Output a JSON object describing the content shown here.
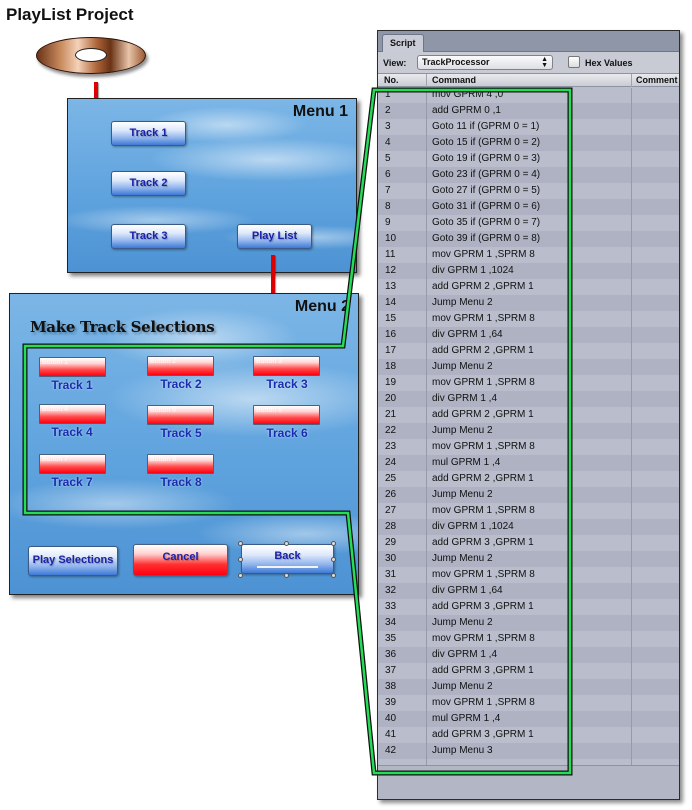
{
  "title": "PlayList Project",
  "menu1": {
    "label": "Menu 1",
    "buttons": [
      "Track 1",
      "Track 2",
      "Track 3",
      "Play List"
    ]
  },
  "menu2": {
    "label": "Menu 2",
    "heading": "Make Track Selections",
    "track_buttons": [
      {
        "button": "Button 1",
        "label": "Track 1"
      },
      {
        "button": "Button 2",
        "label": "Track 2"
      },
      {
        "button": "Button 3",
        "label": "Track 3"
      },
      {
        "button": "Button 4",
        "label": "Track 4"
      },
      {
        "button": "Button 5",
        "label": "Track 5"
      },
      {
        "button": "Button 6",
        "label": "Track 6"
      },
      {
        "button": "Button 7",
        "label": "Track 7"
      },
      {
        "button": "Button 8",
        "label": "Track 8"
      }
    ],
    "actions": [
      "Play Selections",
      "Cancel",
      "Back"
    ]
  },
  "script": {
    "tab": "Script",
    "view_label": "View:",
    "view_value": "TrackProcessor",
    "hex_label": "Hex Values",
    "hex_checked": false,
    "columns": [
      "No.",
      "Command",
      "Comment"
    ],
    "rows": [
      {
        "no": "1",
        "cmd": "mov GPRM 4 ,0"
      },
      {
        "no": "2",
        "cmd": "add GPRM 0 ,1"
      },
      {
        "no": "3",
        "cmd": "Goto 11 if (GPRM 0 = 1)"
      },
      {
        "no": "4",
        "cmd": "Goto 15 if (GPRM 0 = 2)"
      },
      {
        "no": "5",
        "cmd": "Goto 19 if (GPRM 0 = 3)"
      },
      {
        "no": "6",
        "cmd": "Goto 23 if (GPRM 0 = 4)"
      },
      {
        "no": "7",
        "cmd": "Goto 27 if (GPRM 0 = 5)"
      },
      {
        "no": "8",
        "cmd": "Goto 31 if (GPRM 0 = 6)"
      },
      {
        "no": "9",
        "cmd": "Goto 35 if (GPRM 0 = 7)"
      },
      {
        "no": "10",
        "cmd": "Goto 39 if (GPRM 0 = 8)"
      },
      {
        "no": "11",
        "cmd": "mov GPRM 1 ,SPRM 8"
      },
      {
        "no": "12",
        "cmd": "div GPRM 1 ,1024"
      },
      {
        "no": "13",
        "cmd": "add GPRM 2 ,GPRM 1"
      },
      {
        "no": "14",
        "cmd": "Jump Menu 2"
      },
      {
        "no": "15",
        "cmd": "mov GPRM 1 ,SPRM 8"
      },
      {
        "no": "16",
        "cmd": "div GPRM 1 ,64"
      },
      {
        "no": "17",
        "cmd": "add GPRM 2 ,GPRM 1"
      },
      {
        "no": "18",
        "cmd": "Jump Menu 2"
      },
      {
        "no": "19",
        "cmd": "mov GPRM 1 ,SPRM 8"
      },
      {
        "no": "20",
        "cmd": "div GPRM 1 ,4"
      },
      {
        "no": "21",
        "cmd": "add GPRM 2 ,GPRM 1"
      },
      {
        "no": "22",
        "cmd": "Jump Menu 2"
      },
      {
        "no": "23",
        "cmd": "mov GPRM 1 ,SPRM 8"
      },
      {
        "no": "24",
        "cmd": "mul GPRM 1 ,4"
      },
      {
        "no": "25",
        "cmd": "add GPRM 2 ,GPRM 1"
      },
      {
        "no": "26",
        "cmd": "Jump Menu 2"
      },
      {
        "no": "27",
        "cmd": "mov GPRM 1 ,SPRM 8"
      },
      {
        "no": "28",
        "cmd": "div GPRM 1 ,1024"
      },
      {
        "no": "29",
        "cmd": "add GPRM 3 ,GPRM 1"
      },
      {
        "no": "30",
        "cmd": "Jump Menu 2"
      },
      {
        "no": "31",
        "cmd": "mov GPRM 1 ,SPRM 8"
      },
      {
        "no": "32",
        "cmd": "div GPRM 1 ,64"
      },
      {
        "no": "33",
        "cmd": "add GPRM 3 ,GPRM 1"
      },
      {
        "no": "34",
        "cmd": "Jump Menu 2"
      },
      {
        "no": "35",
        "cmd": "mov GPRM 1 ,SPRM 8"
      },
      {
        "no": "36",
        "cmd": "div GPRM 1 ,4"
      },
      {
        "no": "37",
        "cmd": "add GPRM 3 ,GPRM 1"
      },
      {
        "no": "38",
        "cmd": "Jump Menu 2"
      },
      {
        "no": "39",
        "cmd": "mov GPRM 1 ,SPRM 8"
      },
      {
        "no": "40",
        "cmd": "mul GPRM 1 ,4"
      },
      {
        "no": "41",
        "cmd": "add GPRM 3 ,GPRM 1"
      },
      {
        "no": "42",
        "cmd": "Jump Menu 3"
      }
    ]
  },
  "colors": {
    "highlight": "#22dd55",
    "arrow": "#dd0000",
    "button_text": "#1a22a8"
  }
}
